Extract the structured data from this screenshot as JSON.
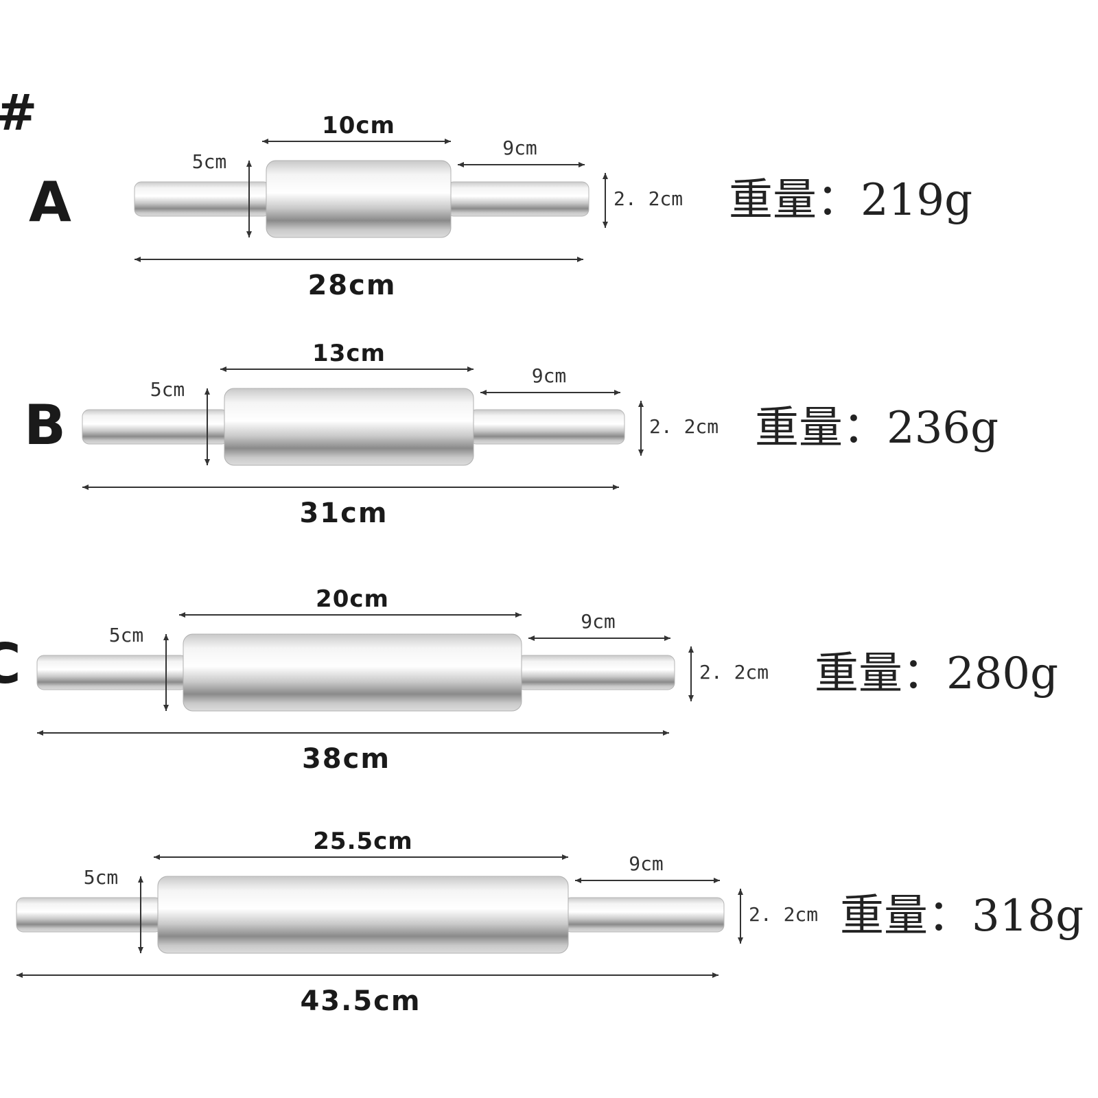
{
  "corner_mark": "#",
  "rows": [
    {
      "letter": "A",
      "handle_left": "5cm",
      "barrel": "10cm",
      "handle_right": "9cm",
      "diameter": "2. 2cm",
      "total": "28cm",
      "weight": "重量：219g"
    },
    {
      "letter": "B",
      "handle_left": "5cm",
      "barrel": "13cm",
      "handle_right": "9cm",
      "diameter": "2. 2cm",
      "total": "31cm",
      "weight": "重量：236g"
    },
    {
      "letter": "C",
      "handle_left": "5cm",
      "barrel": "20cm",
      "handle_right": "9cm",
      "diameter": "2. 2cm",
      "total": "38cm",
      "weight": "重量：280g"
    },
    {
      "letter": "",
      "handle_left": "5cm",
      "barrel": "25.5cm",
      "handle_right": "9cm",
      "diameter": "2. 2cm",
      "total": "43.5cm",
      "weight": "重量：318g"
    }
  ],
  "colors": {
    "metal_light": "#f4f4f4",
    "metal_mid": "#c9c9c9",
    "metal_dark": "#8a8a8a",
    "line": "#333333"
  }
}
